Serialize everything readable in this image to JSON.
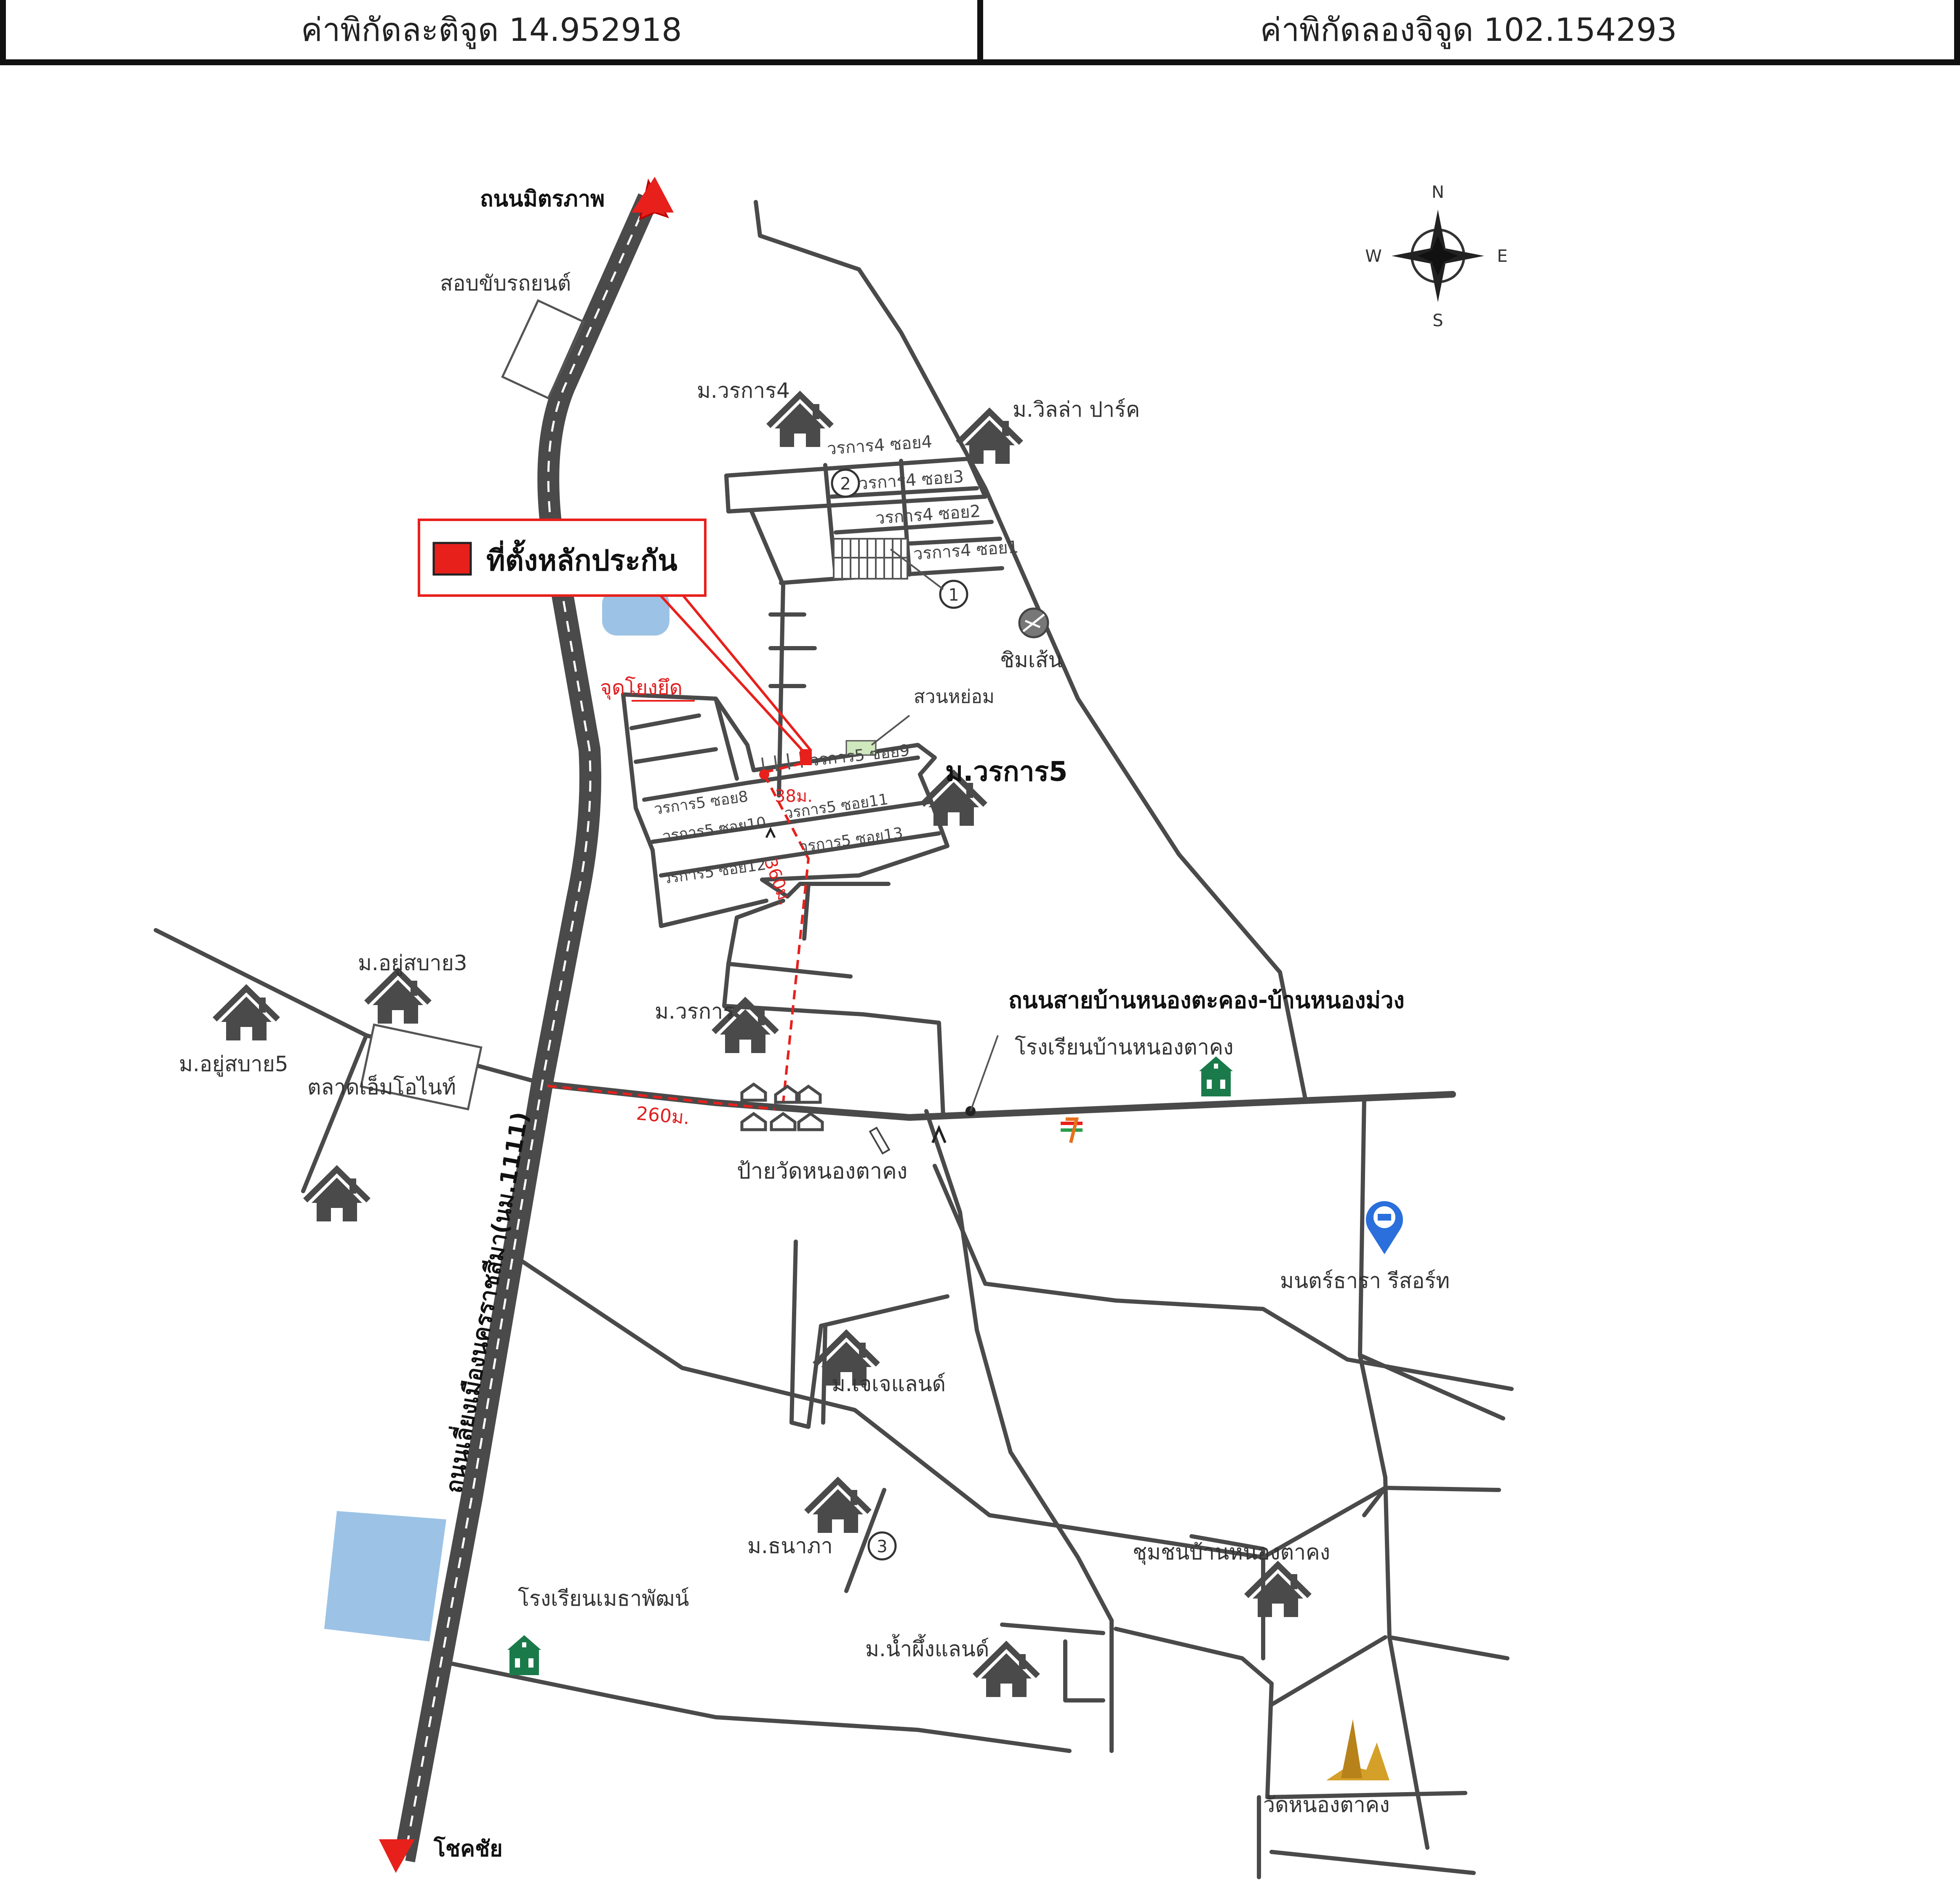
{
  "header": {
    "latitude": "ค่าพิกัดละติจูด 14.952918",
    "longitude": "ค่าพิกัดลองจิจูด 102.154293"
  },
  "compass": {
    "n": "N",
    "s": "S",
    "e": "E",
    "w": "W"
  },
  "legend": {
    "collateral_location": "ที่ตั้งหลักประกัน"
  },
  "roads": {
    "mittraphap": "ถนนมิตรภาพ",
    "bypass": "ถนนเลี่ยงเมืองนครราชสีมา(นม.1111)",
    "nongtakhong": "ถนนสายบ้านหนองตะคอง-บ้านหนองม่วง",
    "chokchai": "โชคชัย"
  },
  "places": {
    "driving_test": "สอบขับรถยนต์",
    "vorakarn4": "ม.วรการ4",
    "villa_park": "ม.วิลล่า ปาร์ค",
    "soi4": "วรการ4 ซอย4",
    "soi3": "วรการ4 ซอย3",
    "soi2": "วรการ4 ซอย2",
    "soi1": "วรการ4 ซอย1",
    "marker1": "1",
    "marker2": "2",
    "marker3": "3",
    "chimsen": "ชิมเส้น",
    "reference_point": "จุดโยงยึด",
    "garden": "สวนหย่อม",
    "vorakarn5": "ม.วรการ5",
    "v5_soi9": "วรการ5 ซอย9",
    "v5_soi8": "วรการ5 ซอย8",
    "v5_soi11": "วรการ5 ซอย11",
    "v5_soi10": "วรการ5 ซอย10",
    "v5_soi13": "วรการ5 ซอย13",
    "v5_soi12": "วรการ5 ซอย12",
    "dist_38": "38ม.",
    "dist_360": "360ม.",
    "dist_260": "260ม.",
    "yusabai3": "ม.อยู่สบาย3",
    "yusabai5": "ม.อยู่สบาย5",
    "vorakarn": "ม.วรการ",
    "mo_market": "ตลาดเอ็มโอไนท์",
    "school_nongtakhong": "โรงเรียนบ้านหนองตาคง",
    "wat_sign": "ป้ายวัดหนองตาคง",
    "resort": "มนตร์ธารา รีสอร์ท",
    "jj_land": "ม.เจเจแลนด์",
    "thanapha": "ม.ธนาภา",
    "community": "ชุมชนบ้านหนองตาคง",
    "school_metha": "โรงเรียนเมธาพัฒน์",
    "namphueng": "ม.น้ำผึ้งแลนด์",
    "wat": "วัดหนองตาคง"
  },
  "colors": {
    "road": "#4a4a4a",
    "highway": "#4a4a4a",
    "arrow": "#e8201c",
    "highlight": "#e8201c",
    "water": "#9cc3e6",
    "school": "#1a7a4a",
    "pin": "#2a6fdb",
    "pagoda": "#d4a02a"
  },
  "icons": [
    "house-icon",
    "school-icon",
    "compass-icon",
    "pin-icon",
    "pagoda-icon",
    "seven-eleven-icon"
  ]
}
